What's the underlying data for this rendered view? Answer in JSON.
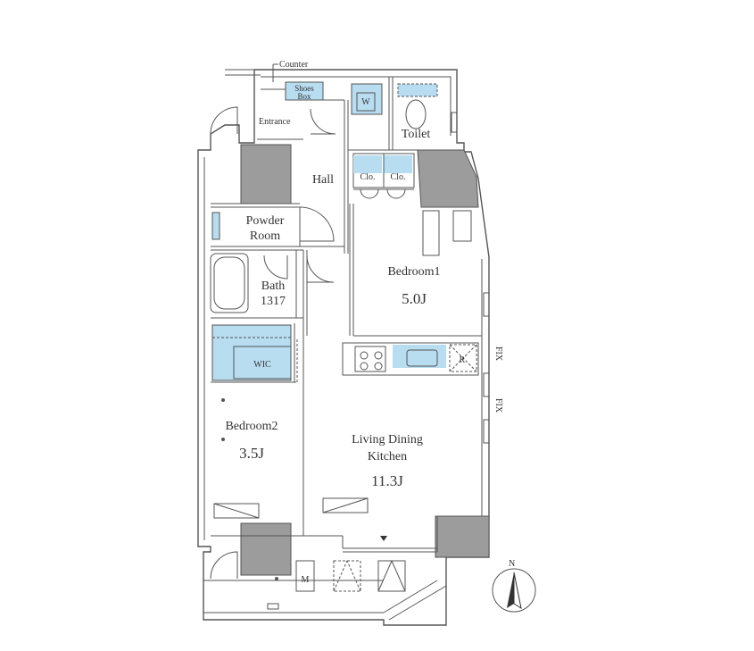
{
  "labels": {
    "counter": "Counter",
    "shoes_box_1": "Shoes",
    "shoes_box_2": "Box",
    "washer": "W",
    "entrance": "Entrance",
    "toilet": "Toilet",
    "hall": "Hall",
    "clo1": "Clo.",
    "clo2": "Clo.",
    "powder_1": "Powder",
    "powder_2": "Room",
    "bath_1": "Bath",
    "bath_2": "1317",
    "bedroom1_name": "Bedroom1",
    "bedroom1_size": "5.0J",
    "refrigerator": "R",
    "wic": "WIC",
    "bedroom2_name": "Bedroom2",
    "bedroom2_size": "3.5J",
    "ldk_1": "Living Dining",
    "ldk_2": "Kitchen",
    "ldk_size": "11.3J",
    "fix_1": "FIX",
    "fix_2": "FIX",
    "meter": "M",
    "north": "N"
  },
  "colors": {
    "fixture_fill": "#b8dcf0",
    "shaft_fill": "#9c9c9c",
    "wall_stroke": "#555555"
  }
}
